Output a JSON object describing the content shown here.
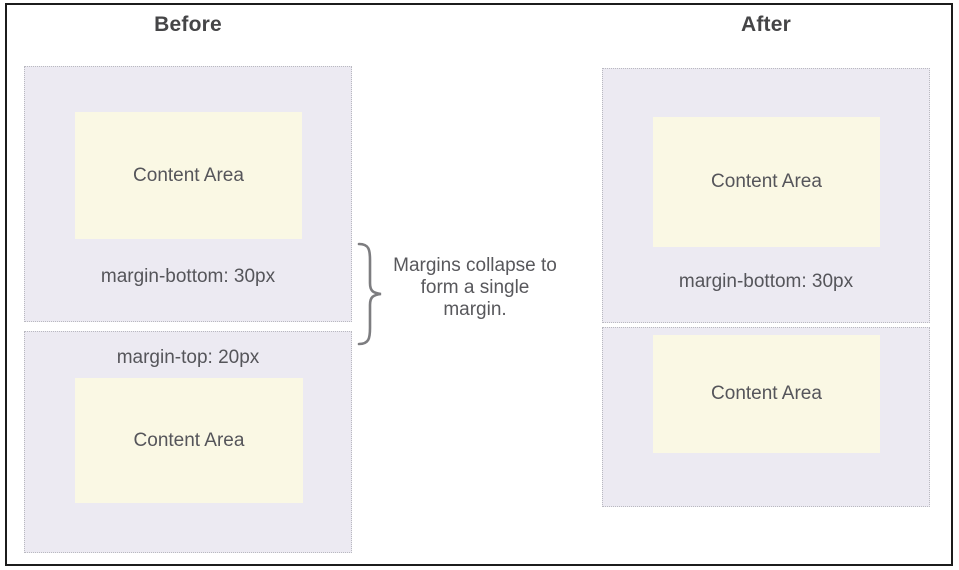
{
  "diagram": {
    "before": {
      "heading": "Before",
      "box1": {
        "content_label": "Content Area",
        "margin_label": "margin-bottom: 30px"
      },
      "box2": {
        "margin_label": "margin-top: 20px",
        "content_label": "Content Area"
      }
    },
    "after": {
      "heading": "After",
      "box1": {
        "content_label": "Content Area",
        "margin_label": "margin-bottom: 30px"
      },
      "box2": {
        "content_label": "Content Area"
      }
    },
    "annotation": {
      "text": "Margins collapse to form a single margin."
    },
    "icons": {
      "brace": "curly-brace"
    },
    "colors": {
      "margin_box_fill": "#eceaf2",
      "margin_box_border": "#b9b9c0",
      "content_box_fill": "#faf8e4",
      "frame_border": "#1c1c1c",
      "heading_text": "#454547",
      "label_text": "#55555a",
      "annotation_text": "#58585c",
      "brace_stroke": "#7d7d80"
    }
  }
}
